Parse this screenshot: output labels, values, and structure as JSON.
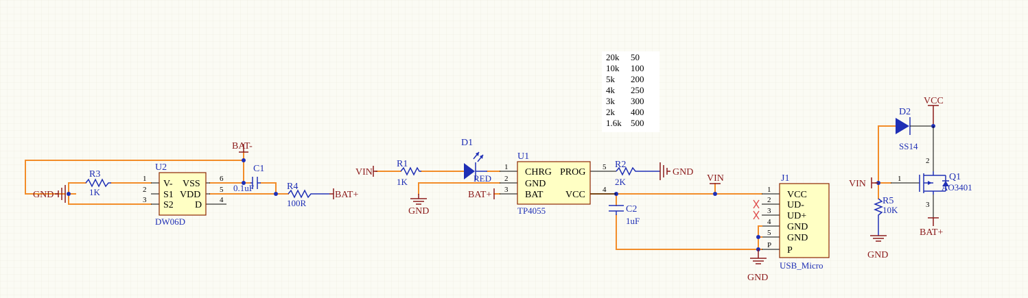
{
  "table": {
    "rows": [
      [
        "20k",
        "50"
      ],
      [
        "10k",
        "100"
      ],
      [
        "5k",
        "200"
      ],
      [
        "4k",
        "250"
      ],
      [
        "3k",
        "300"
      ],
      [
        "2k",
        "400"
      ],
      [
        "1.6k",
        "500"
      ]
    ]
  },
  "u2": {
    "ref": "U2",
    "value": "DW06D",
    "left_pins": [
      {
        "num": "1",
        "name": "V-"
      },
      {
        "num": "2",
        "name": "S1"
      },
      {
        "num": "3",
        "name": "S2"
      }
    ],
    "right_pins": [
      {
        "num": "6",
        "name": "VSS"
      },
      {
        "num": "5",
        "name": "VDD"
      },
      {
        "num": "4",
        "name": "D"
      }
    ]
  },
  "r3": {
    "ref": "R3",
    "value": "1K"
  },
  "c1": {
    "ref": "C1",
    "value": "0.1uF"
  },
  "r4": {
    "ref": "R4",
    "value": "100R"
  },
  "r1": {
    "ref": "R1",
    "value": "1K"
  },
  "d1": {
    "ref": "D1",
    "value": "RED"
  },
  "u1": {
    "ref": "U1",
    "value": "TP4055",
    "left_pins": [
      {
        "num": "1",
        "name": "CHRG"
      },
      {
        "num": "2",
        "name": "GND"
      },
      {
        "num": "3",
        "name": "BAT"
      }
    ],
    "right_pins": [
      {
        "num": "5",
        "name": "PROG"
      },
      {
        "num": "4",
        "name": "VCC"
      }
    ]
  },
  "r2": {
    "ref": "R2",
    "value": "2K"
  },
  "c2": {
    "ref": "C2",
    "value": "1uF"
  },
  "j1": {
    "ref": "J1",
    "value": "USB_Micro",
    "pins": [
      {
        "num": "1",
        "name": "VCC"
      },
      {
        "num": "2",
        "name": "UD-"
      },
      {
        "num": "3",
        "name": "UD+"
      },
      {
        "num": "4",
        "name": "GND"
      },
      {
        "num": "5",
        "name": "GND"
      },
      {
        "num": "P",
        "name": "P"
      }
    ]
  },
  "d2": {
    "ref": "D2",
    "value": "SS14"
  },
  "q1": {
    "ref": "Q1",
    "value": "AO3401",
    "pins": [
      "1",
      "2",
      "3"
    ]
  },
  "r5": {
    "ref": "R5",
    "value": "10K"
  },
  "nets": {
    "gnd": "GND",
    "bat_minus": "BAT-",
    "bat_plus": "BAT+",
    "vin": "VIN",
    "vcc": "VCC"
  },
  "colors": {
    "wire": "#f28c28",
    "component_fill": "#ffffc4",
    "component_border": "#8b2500",
    "designator": "#1f2fb5",
    "net_label": "#8b1a1a",
    "no_connect": "#e05050"
  }
}
